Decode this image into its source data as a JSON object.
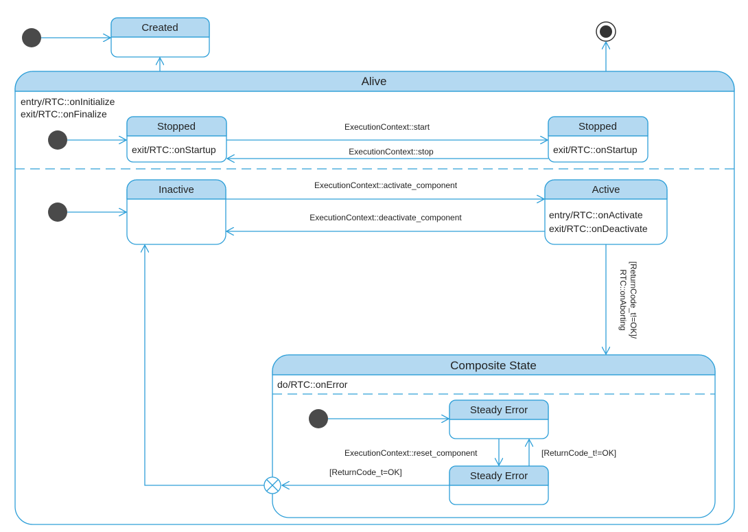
{
  "diagram": {
    "states": {
      "created": "Created",
      "alive": "Alive",
      "stopped_left": "Stopped",
      "stopped_right": "Stopped",
      "inactive": "Inactive",
      "active": "Active",
      "composite": "Composite State",
      "steady_error_top": "Steady Error",
      "steady_error_bottom": "Steady Error"
    },
    "actions": {
      "alive_entry": "entry/RTC::onInitialize",
      "alive_exit": "exit/RTC::onFinalize",
      "stopped_left_exit": "exit/RTC::onStartup",
      "stopped_right_exit": "exit/RTC::onStartup",
      "active_entry": "entry/RTC::onActivate",
      "active_exit": "exit/RTC::onDeactivate",
      "composite_do": "do/RTC::onError"
    },
    "transitions": {
      "start": "ExecutionContext::start",
      "stop": "ExecutionContext::stop",
      "activate": "ExecutionContext::activate_component",
      "deactivate": "ExecutionContext::deactivate_component",
      "aborting_guard": "[ReturnCode_t!=OK]/",
      "aborting_action": "RTC::onAborting",
      "reset": "ExecutionContext::reset_component",
      "error_guard": "[ReturnCode_t!=OK]",
      "ok_guard": "[ReturnCode_t=OK]"
    },
    "colors": {
      "line": "#2e9fd8",
      "header_fill": "#b4d9f1",
      "initial_node": "#4a4a4a"
    }
  }
}
